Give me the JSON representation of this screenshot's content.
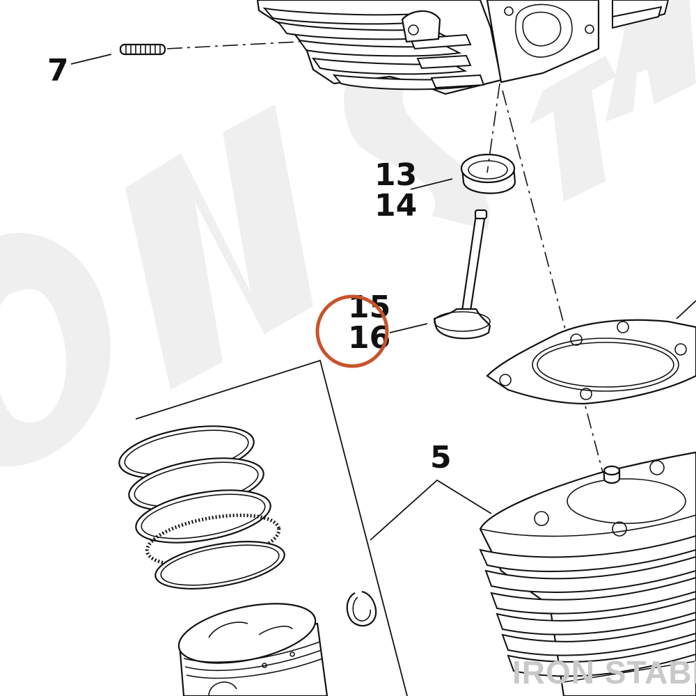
{
  "callouts": {
    "part_7": "7",
    "part_13": "13",
    "part_14": "14",
    "part_15": "15",
    "part_16": "16",
    "part_5": "5"
  },
  "watermarks": {
    "diagonal": "IRON STABLE",
    "footer": "IRON STABLE"
  },
  "highlight": {
    "color": "#c8532b",
    "target": "16"
  }
}
